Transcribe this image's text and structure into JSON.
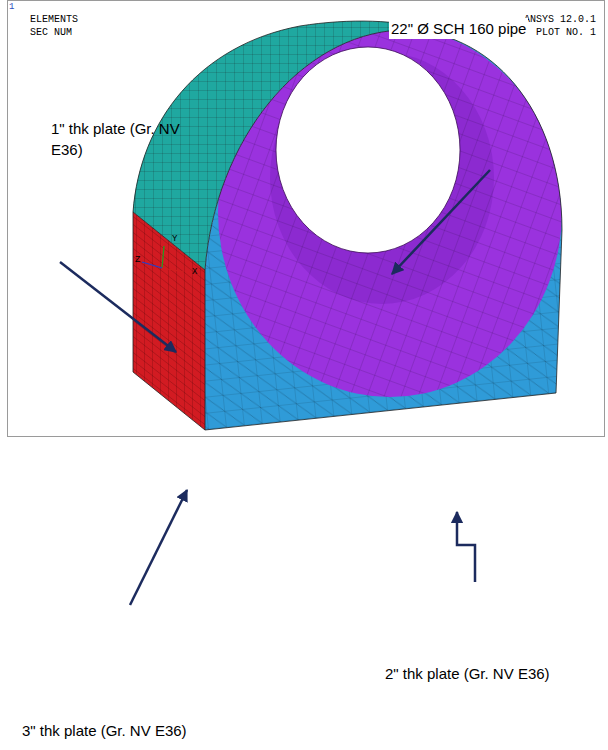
{
  "diagram": {
    "nodes": [
      {
        "text": [
          "1",
          "ELEMENTS",
          "SEC NUM",
          "ANSYS 12.0.1",
          "PLOT NO. 1",
          "1\" thk plate (Gr. NV E36)",
          "22\" Ø SCH 160 pipe",
          "Y",
          "Z",
          "X"
        ]
      }
    ],
    "labels": [
      "2\" thk plate (Gr. NV E36)",
      "3\" thk plate (Gr. NV E36)"
    ]
  }
}
